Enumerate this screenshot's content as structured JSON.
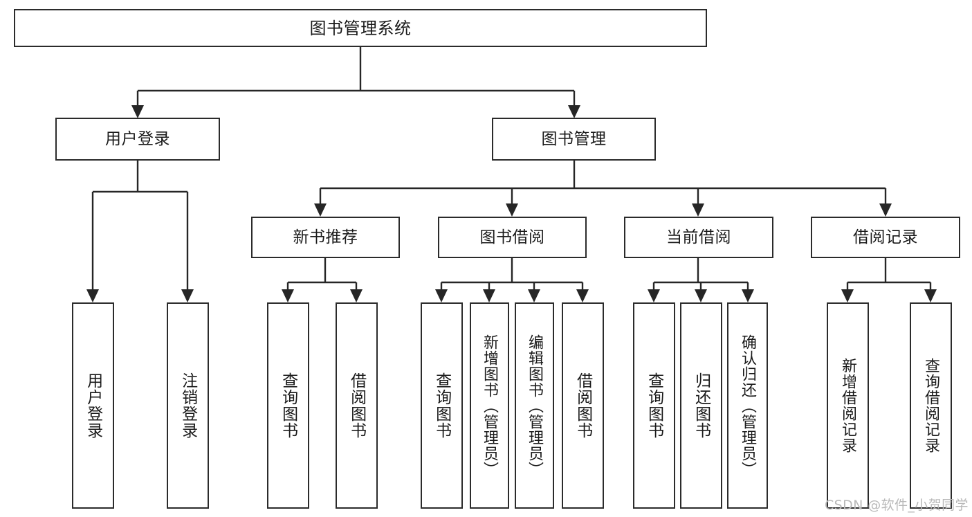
{
  "diagram": {
    "kind": "tree",
    "title": "图书管理系统",
    "watermark": "CSDN @软件_小贺同学",
    "colors": {
      "stroke": "#2b2b2b",
      "fill": "#ffffff",
      "text": "#1a1a1a",
      "watermark": "#b9b9b9"
    },
    "nodes": {
      "root": "图书管理系统",
      "l2": {
        "user_login": "用户登录",
        "book_manage": "图书管理"
      },
      "l3": {
        "new_book_rec": "新书推荐",
        "book_borrow": "图书借阅",
        "current_borrow": "当前借阅",
        "borrow_record": "借阅记录"
      },
      "leaves": {
        "user_login_1": "用户登录",
        "user_login_2": "注销登录",
        "new_book_rec_1": "查询图书",
        "new_book_rec_2": "借阅图书",
        "book_borrow_1": "查询图书",
        "book_borrow_2": "新增图书（管理员）",
        "book_borrow_3": "编辑图书（管理员）",
        "book_borrow_4": "借阅图书",
        "current_borrow_1": "查询图书",
        "current_borrow_2": "归还图书",
        "current_borrow_3": "确认归还（管理员）",
        "borrow_record_1": "新增借阅记录",
        "borrow_record_2": "查询借阅记录"
      }
    },
    "edges": [
      {
        "from": "root",
        "to": "user_login"
      },
      {
        "from": "root",
        "to": "book_manage"
      },
      {
        "from": "user_login",
        "to": "user_login_1"
      },
      {
        "from": "user_login",
        "to": "user_login_2"
      },
      {
        "from": "book_manage",
        "to": "new_book_rec"
      },
      {
        "from": "book_manage",
        "to": "book_borrow"
      },
      {
        "from": "book_manage",
        "to": "current_borrow"
      },
      {
        "from": "book_manage",
        "to": "borrow_record"
      },
      {
        "from": "new_book_rec",
        "to": "new_book_rec_1"
      },
      {
        "from": "new_book_rec",
        "to": "new_book_rec_2"
      },
      {
        "from": "book_borrow",
        "to": "book_borrow_1"
      },
      {
        "from": "book_borrow",
        "to": "book_borrow_2"
      },
      {
        "from": "book_borrow",
        "to": "book_borrow_3"
      },
      {
        "from": "book_borrow",
        "to": "book_borrow_4"
      },
      {
        "from": "current_borrow",
        "to": "current_borrow_1"
      },
      {
        "from": "current_borrow",
        "to": "current_borrow_2"
      },
      {
        "from": "current_borrow",
        "to": "current_borrow_3"
      },
      {
        "from": "borrow_record",
        "to": "borrow_record_1"
      },
      {
        "from": "borrow_record",
        "to": "borrow_record_2"
      }
    ]
  }
}
